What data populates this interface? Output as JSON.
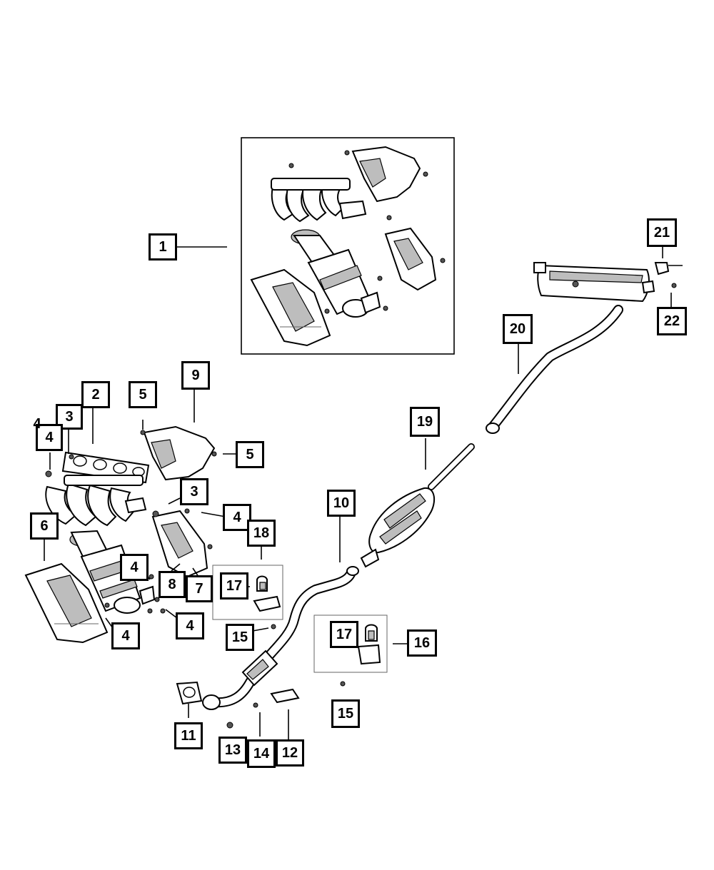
{
  "diagram": {
    "callouts": [
      {
        "id": "c1",
        "label": "1"
      },
      {
        "id": "c2",
        "label": "2"
      },
      {
        "id": "c3a",
        "label": "3"
      },
      {
        "id": "c3b",
        "label": "3"
      },
      {
        "id": "c4a",
        "label": "4"
      },
      {
        "id": "c4b",
        "label": "4"
      },
      {
        "id": "c4c",
        "label": "4"
      },
      {
        "id": "c4d",
        "label": "4"
      },
      {
        "id": "c4e",
        "label": "4"
      },
      {
        "id": "c4f",
        "label": "4"
      },
      {
        "id": "c5a",
        "label": "5"
      },
      {
        "id": "c5b",
        "label": "5"
      },
      {
        "id": "c6",
        "label": "6"
      },
      {
        "id": "c7",
        "label": "7"
      },
      {
        "id": "c8",
        "label": "8"
      },
      {
        "id": "c9",
        "label": "9"
      },
      {
        "id": "c10",
        "label": "10"
      },
      {
        "id": "c11",
        "label": "11"
      },
      {
        "id": "c12",
        "label": "12"
      },
      {
        "id": "c13",
        "label": "13"
      },
      {
        "id": "c14",
        "label": "14"
      },
      {
        "id": "c15a",
        "label": "15"
      },
      {
        "id": "c15b",
        "label": "15"
      },
      {
        "id": "c16",
        "label": "16"
      },
      {
        "id": "c17a",
        "label": "17"
      },
      {
        "id": "c17b",
        "label": "17"
      },
      {
        "id": "c18",
        "label": "18"
      },
      {
        "id": "c19",
        "label": "19"
      },
      {
        "id": "c20",
        "label": "20"
      },
      {
        "id": "c21",
        "label": "21"
      },
      {
        "id": "c22",
        "label": "22"
      }
    ]
  }
}
